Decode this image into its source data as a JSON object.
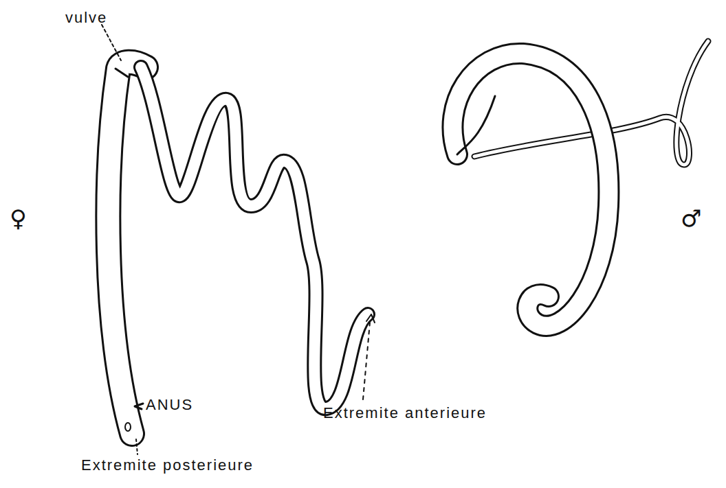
{
  "diagram": {
    "labels": [
      "vulve",
      "ANUS",
      "Extremite anterieure",
      "Extremite posterieure",
      "♀",
      "♂"
    ]
  }
}
